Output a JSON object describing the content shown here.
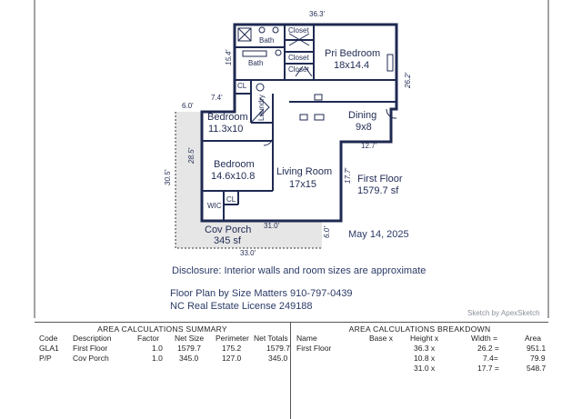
{
  "plan": {
    "dimensions": {
      "top": "36.3'",
      "bath_side": "15.4'",
      "right": "26.2'",
      "bedroom_top_left": "6.0'",
      "bedroom_top": "7.4'",
      "bedroom2_side": "28.5'",
      "left": "30.5'",
      "dining_bottom": "12.7'",
      "living_right": "17.7'",
      "living_bottom": "31.0'",
      "porch_right": "6.0'",
      "porch_bottom": "33.0'"
    },
    "rooms": {
      "bath1": "Bath",
      "bath2": "Bath",
      "closet1": "Closet",
      "closet2": "Closet",
      "closet3": "Closet",
      "primary_bedroom_name": "Pri Bedroom",
      "primary_bedroom_size": "18x14.4",
      "cl1": "CL",
      "laundry": "Laundry",
      "bedroom1_name": "Bedroom",
      "bedroom1_size": "11.3x10",
      "dining_name": "Dining",
      "dining_size": "9x8",
      "bedroom2_name": "Bedroom",
      "bedroom2_size": "14.6x10.8",
      "living_name": "Living Room",
      "living_size": "17x15",
      "wic": "WIC",
      "cl2": "CL",
      "porch_name": "Cov Porch",
      "porch_size": "345 sf",
      "floor_name": "First Floor",
      "floor_size": "1579.7 sf"
    }
  },
  "info": {
    "date": "May 14, 2025",
    "disclosure": "Disclosure: Interior walls and room sizes are approximate",
    "company": "Floor Plan by Size Matters 910-797-0439",
    "license": "NC Real Estate License 249188",
    "credit": "Sketch by ApexSketch"
  },
  "summary": {
    "title": "AREA CALCULATIONS SUMMARY",
    "headers": [
      "Code",
      "Description",
      "Factor",
      "Net Size",
      "Perimeter",
      "Net Totals"
    ],
    "rows": [
      [
        "GLA1",
        "First  Floor",
        "1.0",
        "1579.7",
        "175.2",
        "1579.7"
      ],
      [
        "P/P",
        "Cov Porch",
        "1.0",
        "345.0",
        "127.0",
        "345.0"
      ]
    ]
  },
  "breakdown": {
    "title": "AREA CALCULATIONS BREAKDOWN",
    "headers": [
      "Name",
      "Base x",
      "Height x",
      "Width =",
      "Area"
    ],
    "rows": [
      [
        "First Floor",
        "",
        "36.3  x",
        "26.2 =",
        "951.1"
      ],
      [
        "",
        "",
        "10.8  x",
        "7.4=",
        "79.9"
      ],
      [
        "",
        "",
        "31.0 x",
        "17.7 =",
        "548.7"
      ]
    ]
  },
  "colors": {
    "wall": "#1f2a52",
    "porch_fill": "#e6e6e6",
    "text": "#2b3a67"
  }
}
